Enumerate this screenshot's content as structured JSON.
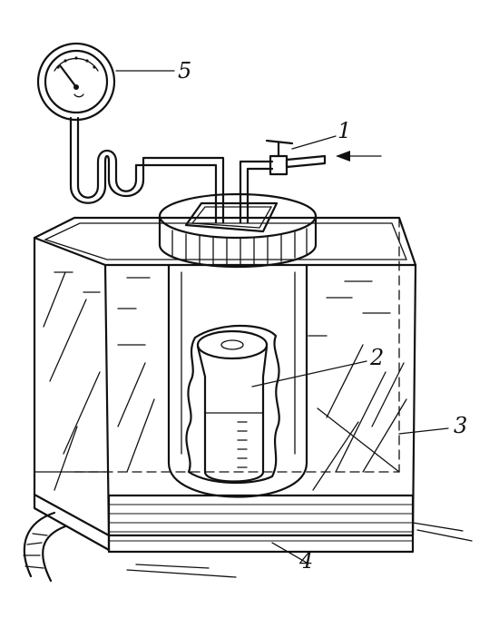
{
  "labels": {
    "valve": "1",
    "bottle": "2",
    "tank": "3",
    "base": "4",
    "gauge": "5"
  },
  "colors": {
    "ink": "#111111",
    "background": "#ffffff"
  }
}
